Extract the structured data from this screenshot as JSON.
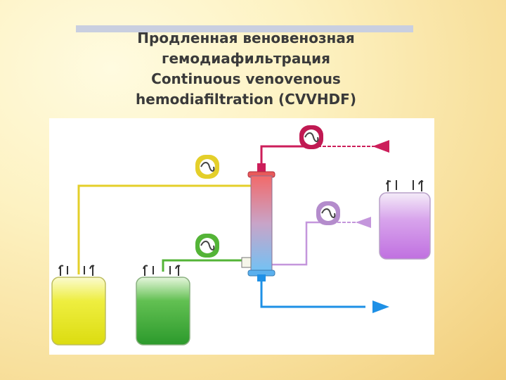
{
  "slide": {
    "title_lines": [
      "Продленная веновенозная",
      "гемодиафильтрация",
      "Continuous venovenous",
      "hemodiafiltration (CVVHDF)"
    ]
  },
  "diagram": {
    "colors": {
      "blood_in": "#cc1e5a",
      "blood_out": "#1e90e6",
      "replacement": "#e4cf2a",
      "dialysate": "#54b437",
      "effluent": "#c496dc",
      "filter_top": "#f07070",
      "filter_bottom": "#78c4f4"
    },
    "components": [
      {
        "name": "blood-pump",
        "icon": "pump-gauge-icon",
        "color": "#c01952"
      },
      {
        "name": "replacement-pump",
        "icon": "pump-gauge-icon",
        "color": "#e4cf2a"
      },
      {
        "name": "dialysate-pump",
        "icon": "pump-gauge-icon",
        "color": "#54b437"
      },
      {
        "name": "effluent-pump",
        "icon": "pump-gauge-icon",
        "color": "#b48ccc"
      },
      {
        "name": "hemofilter",
        "icon": "filter-column-icon"
      },
      {
        "name": "replacement-bag",
        "icon": "fluid-bag-icon",
        "color": "#e0e020"
      },
      {
        "name": "dialysate-bag",
        "icon": "fluid-bag-icon",
        "color": "#3ea832"
      },
      {
        "name": "effluent-bag",
        "icon": "fluid-bag-icon",
        "color": "#c070e0"
      }
    ]
  }
}
